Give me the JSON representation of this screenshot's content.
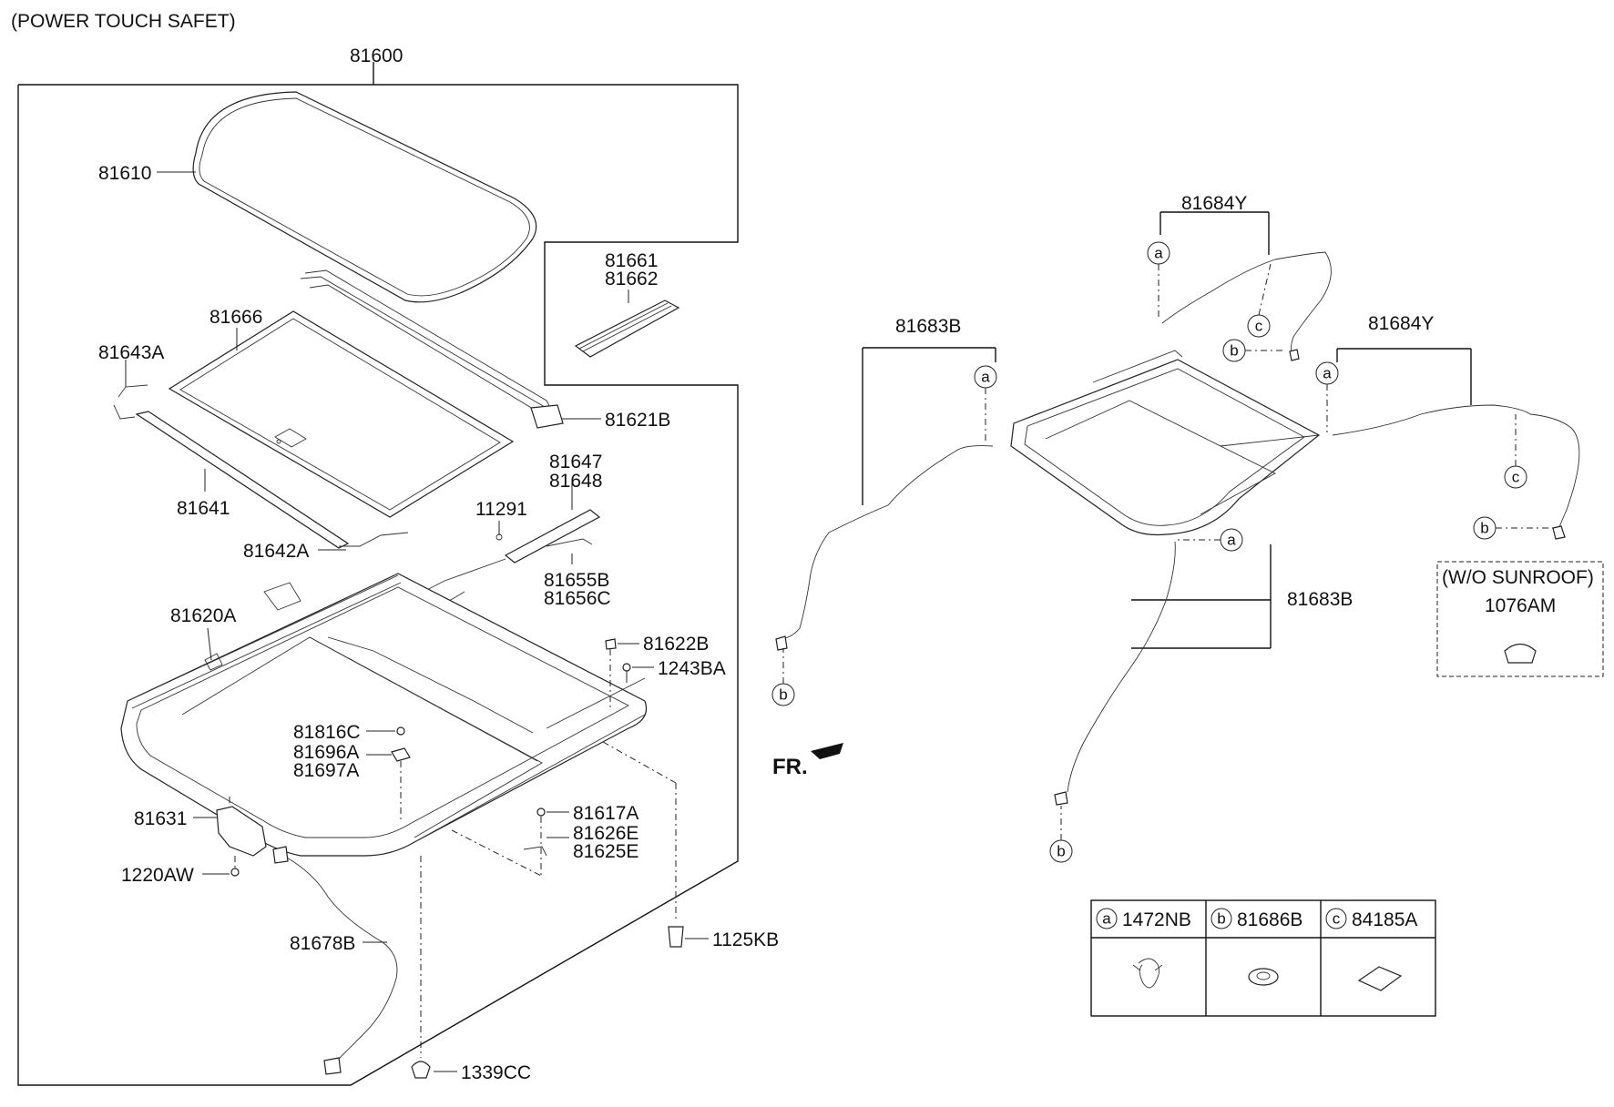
{
  "header": {
    "title": "(POWER TOUCH SAFET)"
  },
  "parts": {
    "assembly": "81600",
    "glass": "81610",
    "sunshade": "81666",
    "deflector_lh": "81643A",
    "deflector": "81641",
    "deflector_rh": "81642A",
    "weatherstrip_a": "81661",
    "weatherstrip_b": "81662",
    "guide_rail": "81621B",
    "frame": "81620A",
    "sash_a": "81647",
    "sash_b": "81648",
    "screw_11291": "11291",
    "link_a": "81655B",
    "link_b": "81656C",
    "clip_81622B": "81622B",
    "bolt_1243BA": "1243BA",
    "bolt_81816C": "81816C",
    "bracket_a": "81696A",
    "bracket_b": "81697A",
    "motor": "81631",
    "screw_1220AW": "1220AW",
    "nut_81617A": "81617A",
    "cable_a": "81626E",
    "cable_b": "81625E",
    "wiring": "81678B",
    "bolt_1125KB": "1125KB",
    "grommet_1339CC": "1339CC",
    "drain_front_lh": "81683B",
    "drain_front_rh": "81683B",
    "drain_rear_lh": "81684Y",
    "drain_rear_rh": "81684Y",
    "plug_1076AM": "1076AM"
  },
  "callouts": {
    "a": "a",
    "b": "b",
    "c": "c"
  },
  "direction_label": "FR.",
  "option_box": {
    "title": "(W/O SUNROOF)"
  },
  "legend": [
    {
      "key": "a",
      "part": "1472NB",
      "icon": "clip-icon"
    },
    {
      "key": "b",
      "part": "81686B",
      "icon": "grommet-icon"
    },
    {
      "key": "c",
      "part": "84185A",
      "icon": "pad-icon"
    }
  ]
}
